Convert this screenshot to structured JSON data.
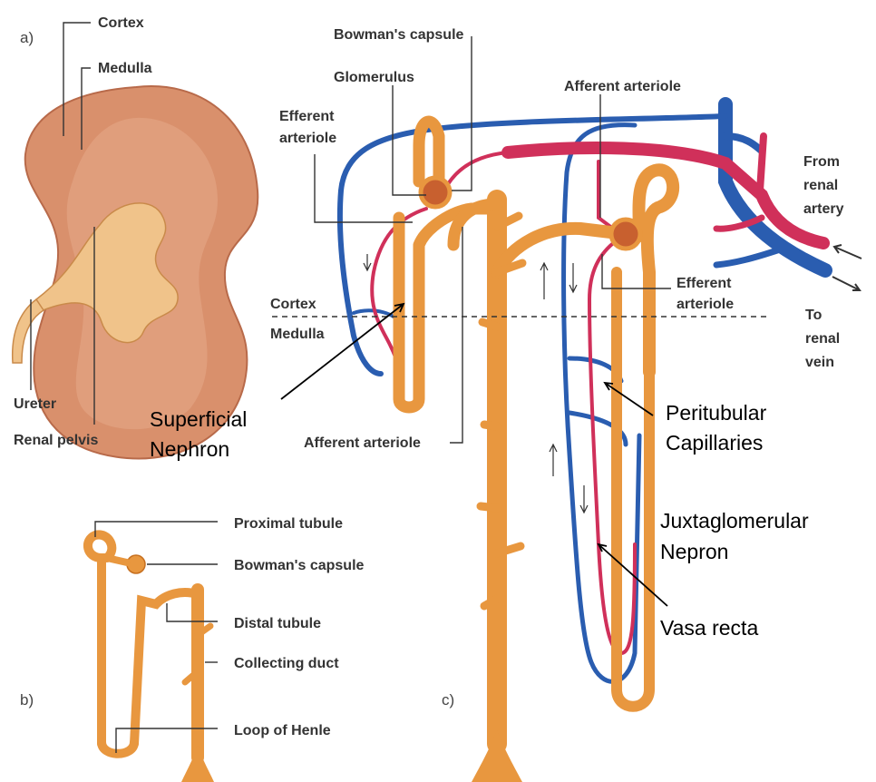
{
  "panels": {
    "a": "a)",
    "b": "b)",
    "c": "c)"
  },
  "panel_a": {
    "cortex": "Cortex",
    "medulla": "Medulla",
    "ureter": "Ureter",
    "renal_pelvis": "Renal pelvis"
  },
  "panel_b": {
    "proximal_tubule": "Proximal tubule",
    "bowmans_capsule": "Bowman's capsule",
    "distal_tubule": "Distal tubule",
    "collecting_duct": "Collecting duct",
    "loop_of_henle": "Loop of Henle"
  },
  "panel_c": {
    "bowmans_capsule": "Bowman's capsule",
    "glomerulus": "Glomerulus",
    "efferent_arteriole_left_1": "Efferent",
    "efferent_arteriole_left_2": "arteriole",
    "afferent_arteriole_top": "Afferent arteriole",
    "from_renal_artery_1": "From",
    "from_renal_artery_2": "renal",
    "from_renal_artery_3": "artery",
    "cortex": "Cortex",
    "medulla": "Medulla",
    "efferent_arteriole_right_1": "Efferent",
    "efferent_arteriole_right_2": "arteriole",
    "to_renal_vein_1": "To",
    "to_renal_vein_2": "renal",
    "to_renal_vein_3": "vein",
    "afferent_arteriole_bottom": "Afferent arteriole"
  },
  "callouts": {
    "superficial_1": "Superficial",
    "superficial_2": "Nephron",
    "peritubular_1": "Peritubular",
    "peritubular_2": "Capillaries",
    "juxtaglomerular_1": "Juxtaglomerular",
    "juxtaglomerular_2": "Nepron",
    "vasa_recta": "Vasa recta"
  },
  "colors": {
    "tubule": "#e8973f",
    "tubule_dark": "#c66f1f",
    "artery": "#d0305a",
    "vein": "#2a5db0",
    "kidney": "#d9906c",
    "kidney_dark": "#b86a4a",
    "pelvis": "#f0c38a"
  }
}
